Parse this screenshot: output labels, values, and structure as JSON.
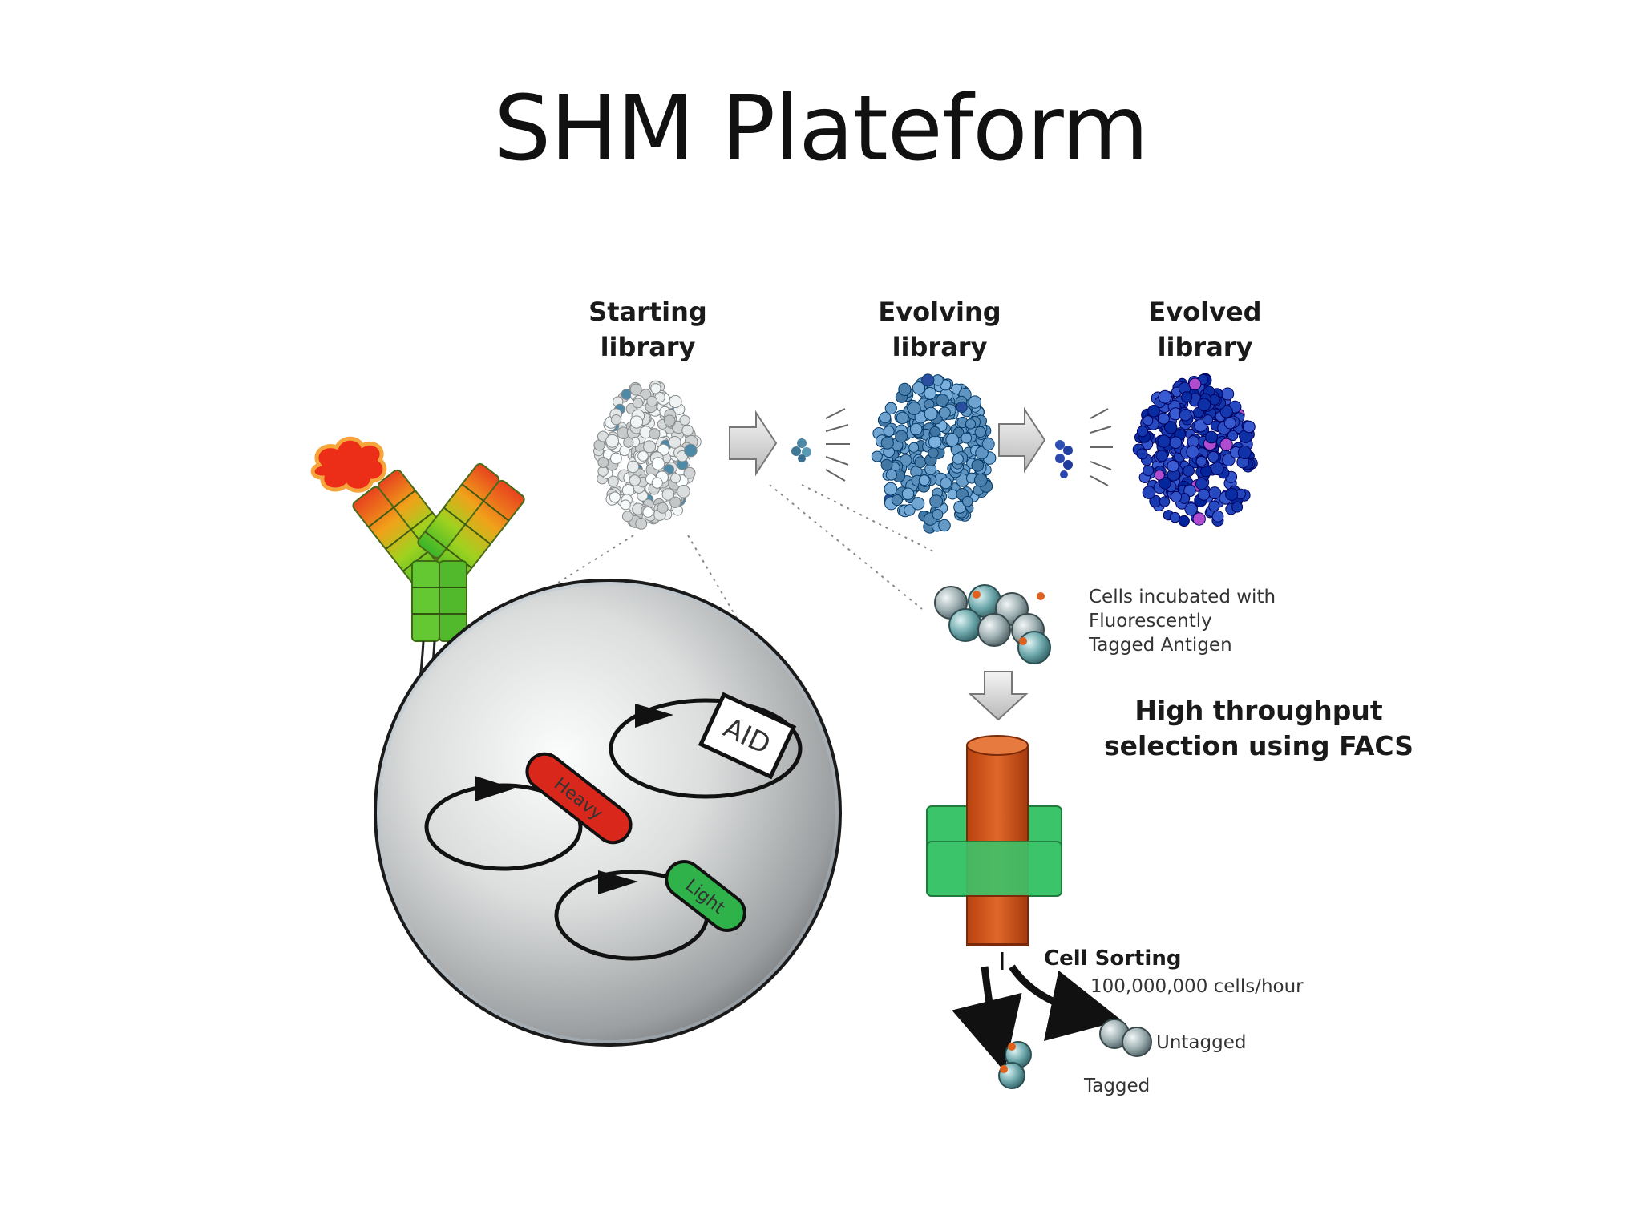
{
  "slide": {
    "title": "SHM Plateform"
  },
  "diagram": {
    "stages": [
      {
        "line1": "Starting",
        "line2": "library"
      },
      {
        "line1": "Evolving",
        "line2": "library"
      },
      {
        "line1": "Evolved",
        "line2": "library"
      }
    ],
    "genes": {
      "heavy": "Heavy",
      "light": "Light",
      "aid": "AID"
    },
    "incubation": {
      "line1": "Cells incubated with",
      "line2": "Fluorescently",
      "line3": "Tagged Antigen"
    },
    "selection": {
      "line1": "High throughput",
      "line2": "selection using FACS"
    },
    "sorting": {
      "title": "Cell Sorting",
      "rate": "100,000,000 cells/hour",
      "untagged": "Untagged",
      "tagged": "Tagged"
    },
    "colors": {
      "heavy": "#d9271b",
      "light": "#2fb24a",
      "column": "#d2561c",
      "clamp": "#3cc46a",
      "starting_cells": "#dfe3e4",
      "evolving_cells": "#5f93c0",
      "evolved_cells": "#1c3fb6"
    }
  }
}
